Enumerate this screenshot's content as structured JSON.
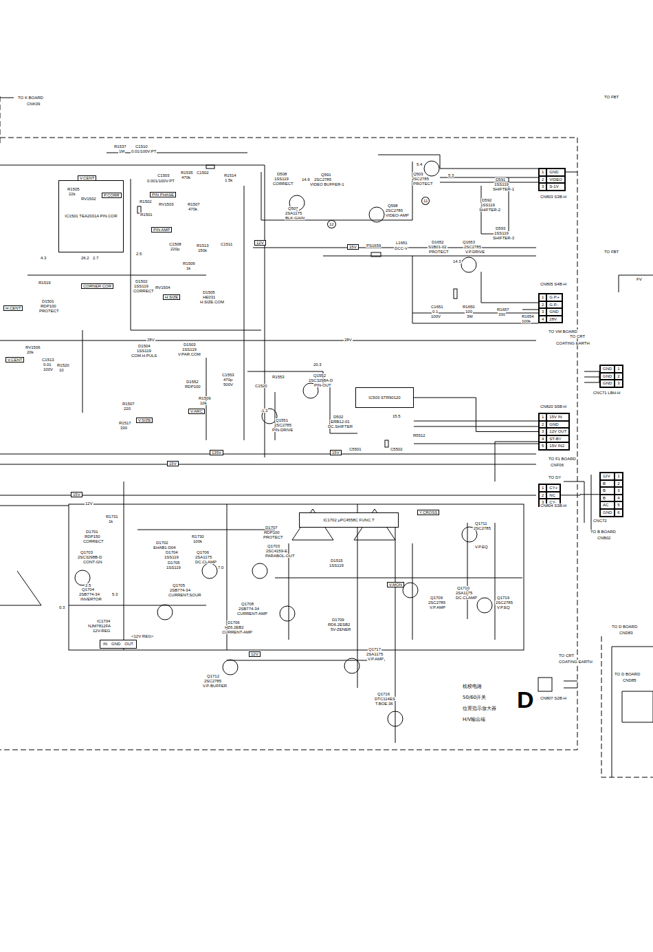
{
  "diagram": {
    "nodes": [
      {
        "text": [
          "IC1501 TEA2031A PIN.COR"
        ]
      },
      {
        "text": [
          "IC503 STR90120"
        ]
      },
      {
        "text": [
          "IC1702 μPC4558C FUNC.T"
        ]
      },
      {
        "text": [
          "1",
          "GND",
          "2",
          "VIDEO",
          "3",
          "S-1V"
        ]
      },
      {
        "text": [
          "1",
          "G.P.+",
          "2",
          "G.P.-",
          "3",
          "GND",
          "4",
          "28V"
        ]
      },
      {
        "text": [
          "1",
          "15V IN",
          "2",
          "GND",
          "3",
          "12V OUT",
          "4",
          "ST-BY",
          "5",
          "15V IN2"
        ]
      },
      {
        "text": [
          "1",
          "CY+",
          "2",
          "NC",
          "3",
          "CY-"
        ]
      },
      {
        "text": [
          "GND",
          "1",
          "GND",
          "2",
          "GND",
          "3"
        ]
      },
      {
        "text": [
          "12V",
          "1",
          "B",
          "2",
          "B",
          "3",
          "B",
          "4",
          "AC",
          "5",
          "GND",
          "6"
        ]
      },
      {
        "text": [
          "IN",
          "GND",
          "OUT"
        ]
      }
    ],
    "edges": [
      {
        "from": 1,
        "to": 5,
        "arrow": "none"
      },
      {
        "from": 6,
        "to": 8,
        "arrow": "none"
      }
    ],
    "labels": [
      "TO K BOARD",
      "CNK09",
      "TO FBT",
      "R1537",
      "1M",
      "C1510",
      "0.01/100V:PT",
      "C1503",
      "0.001/100V:PT",
      "R1535",
      "470k",
      "C1502",
      "R1514",
      "1.5k",
      "V.CENT",
      "R1505",
      "22k",
      "RV1502",
      "P.CORR",
      "R1502",
      "PIN PHASE",
      "RV1503",
      "R1501",
      "R1507",
      "470k",
      "PIN AMP",
      "C1508",
      "220p",
      "R1513",
      "150k",
      "C1511",
      "R1509",
      "1k",
      "12V",
      "4.3",
      "26.2",
      "2.7",
      "2.5",
      "R1519",
      "CORNER COR",
      "D1502",
      "1SS119",
      "CORRECT",
      "RV1504",
      "D1505",
      "HE031",
      "H.SIZE.COM",
      "H.SIZE",
      "H.CENT",
      "D1501",
      "RDP100",
      "PROTECT",
      "28V",
      "28V",
      "D1504",
      "1SS119",
      "COM.H.PULS",
      "D1503",
      "1SS119",
      "V.PAR.COM",
      "RV1506",
      "20k",
      "V.CENT",
      "C1513",
      "0.01",
      "100V",
      "R1520",
      "10",
      "C1553",
      "470p",
      "500V",
      "D1552",
      "RDP100",
      "R1509",
      "10k",
      "V.ARC",
      "R1507",
      "220",
      "V.SIZE",
      "R1517",
      "330",
      "135V",
      "15V",
      "15V",
      "12V",
      "15V",
      "15V",
      "PS1659",
      "L1651",
      "DCC-V",
      "Q1552",
      "2SC3298A-D",
      "PIN-OUT",
      "R1553",
      "20.3",
      "C1520",
      "Q1551",
      "2SC2785",
      "PIN-DRIVE",
      "-1.3",
      "D502",
      "ERB12-01",
      "DC.SHIFTER",
      "15.5",
      "C5501",
      "C5502",
      "R5512",
      "D508",
      "1SS119",
      "CORRECT",
      "Q591",
      "2SC2785",
      "VIDEO BUFFER-1",
      "Q507",
      "2SA1175",
      "BLK-GAIN",
      "Q598",
      "2SC2785",
      "VIDEO-AMP",
      "Q503",
      "2SC2785",
      "PROTECT",
      "D591",
      "1SS119",
      "SHIFTER-1",
      "D592",
      "1SS119",
      "SHIFTER-2",
      "D593",
      "1SS119",
      "SHIFTER-3",
      "11",
      "12",
      "5.4",
      "5.3",
      "14.9",
      "D1652",
      "S1B01-02",
      "PROTECT",
      "Q1653",
      "2SC2785",
      "V.P.DRIVE",
      "14.3",
      "R1650",
      "100",
      "3W",
      "C1651",
      "0.1",
      "100V",
      "R1657",
      "330",
      "R1654",
      "100k",
      "CN803 S3B-H",
      "CN805 S4B-H",
      "CN820 S5B-H",
      "CN804 S3B-H",
      "CN807 S2B-H",
      "TO VM BOARD",
      "TO CRT",
      "COATING EARTH",
      "TO FBT",
      "FV",
      "TO F1 BOARD",
      "CNF06",
      "TO DY",
      "TO B BOARD",
      "CNB02",
      "TO D BOARD",
      "CND83",
      "TO CRT",
      "COATING EARTH",
      "TO D BOARD",
      "CND85",
      "CNC71 LBH-H",
      "CNC72",
      "Y.CROSS",
      "R1731",
      "1k",
      "D1701",
      "RDP150",
      "CORRECT",
      "D1702",
      "EHAB1-D04",
      "D1704",
      "1SS119",
      "D1705",
      "1SS119",
      "Q1706",
      "2SA1175",
      "DC.CLAMP",
      "R1730",
      "100k",
      "D1707",
      "RDP100",
      "PROTECT",
      "Q1703",
      "2SC4159-E",
      "PARABOL-OUT",
      "D1515",
      "1SS119",
      "Q1703",
      "2SC3298B-D",
      "CONT-GN",
      "Q1704",
      "2SB774-34",
      "INVERTOR",
      "Q1705",
      "2SB774-34",
      "CURRENT.SOUR",
      "Q1708",
      "2SB774-34",
      "CURRENT-AMP",
      "D1706",
      "HZ6.2EB2",
      "CURRENT-AMP",
      "D1709",
      "RD6.2ESB2",
      "5V-ZENER",
      "IC1704",
      "NJM7812FA",
      "12V-REG",
      "<12V REG>",
      "Q1712",
      "2SC2785",
      "V.P-BUFFER",
      "Q1717",
      "2SA1175",
      "V.P.AMP",
      "Q1716",
      "DTC114ES",
      "T.BOE.36",
      "Q1709",
      "2SC2785",
      "V.P.AMP",
      "Q1710",
      "2SA1175",
      "DC.CLAMP",
      "Q1719",
      "2SC2785",
      "V.P.EQ",
      "Q1711",
      "2SC2785",
      "V.P.EQ",
      "12V",
      "V.MON",
      "0.3",
      "2.5",
      "5.3",
      "7.0",
      "枕校电路",
      "50/60开关",
      "位置指示放大器",
      "H/V输出端",
      "D"
    ]
  }
}
